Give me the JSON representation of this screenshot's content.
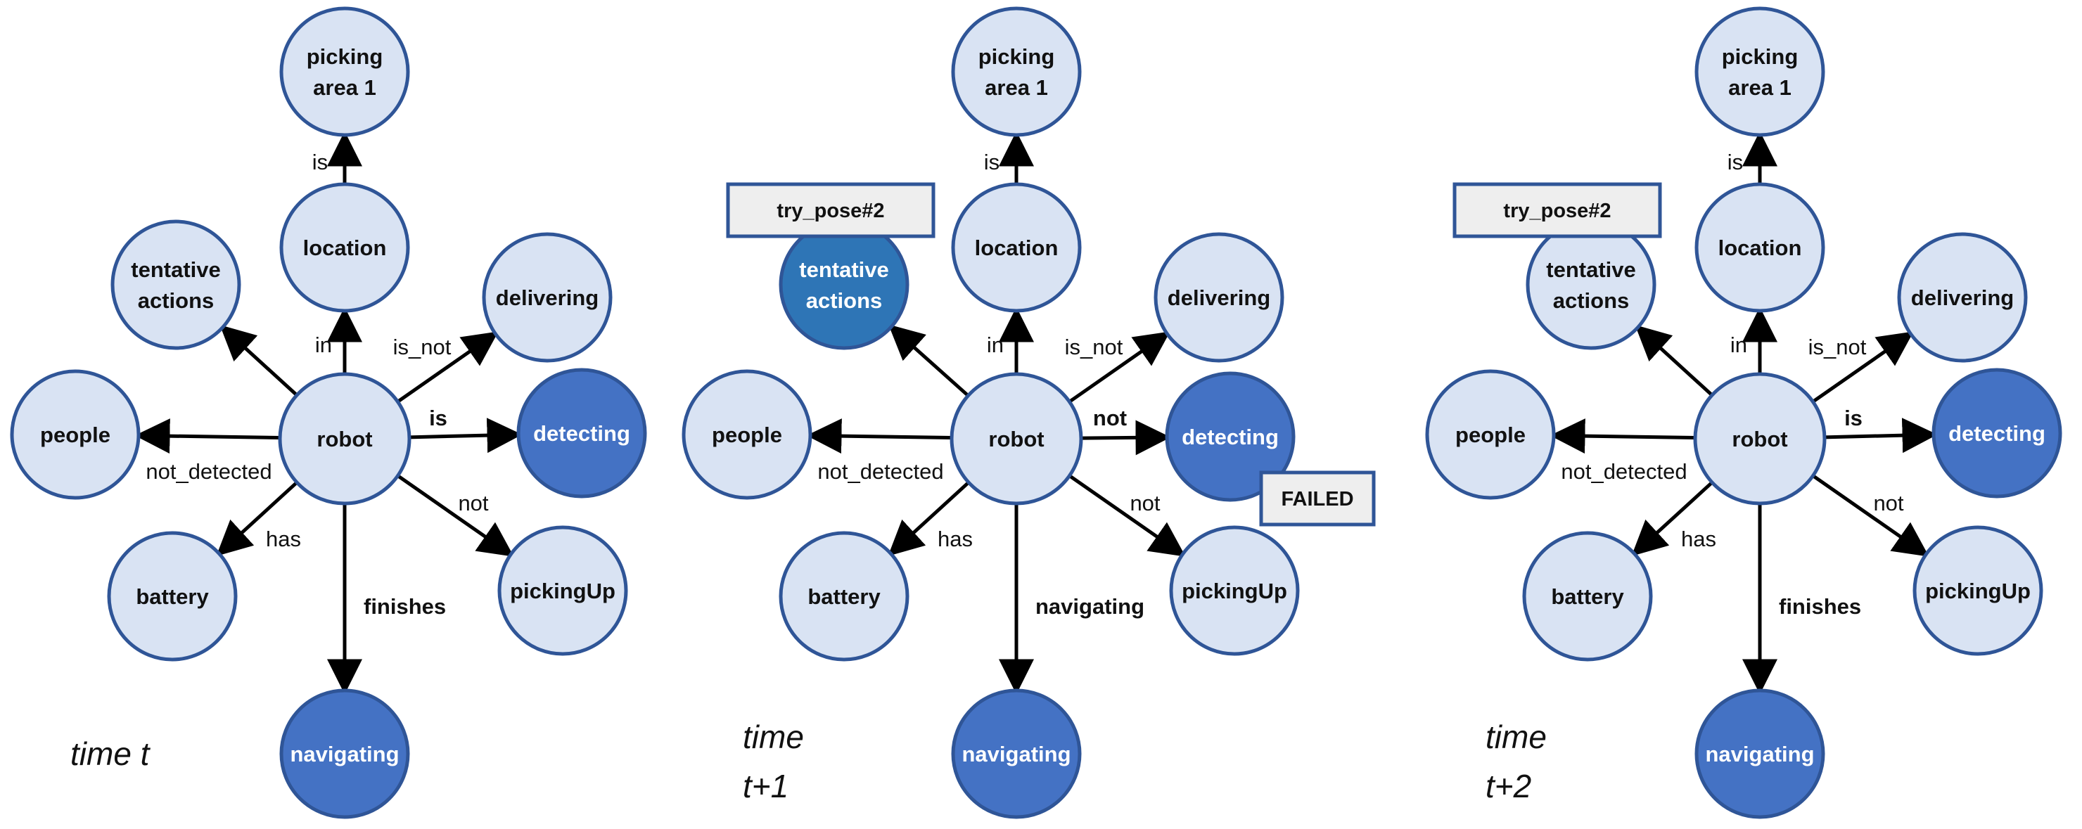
{
  "colors": {
    "node_fill": "#d9e3f3",
    "active_fill": "#4472c4",
    "highlight_fill": "#2e75b6",
    "node_stroke": "#2f5597",
    "box_fill": "#eeeeee",
    "box_stroke": "#2f5597",
    "edge": "#000000"
  },
  "panels": [
    {
      "time_label": [
        "time t"
      ],
      "nodes": {
        "picking": {
          "label": [
            "picking",
            "area 1"
          ],
          "state": "normal"
        },
        "location": {
          "label": [
            "location"
          ],
          "state": "normal"
        },
        "tentative": {
          "label": [
            "tentative",
            "actions"
          ],
          "state": "normal"
        },
        "delivering": {
          "label": [
            "delivering"
          ],
          "state": "normal"
        },
        "people": {
          "label": [
            "people"
          ],
          "state": "normal"
        },
        "robot": {
          "label": [
            "robot"
          ],
          "state": "normal"
        },
        "detecting": {
          "label": [
            "detecting"
          ],
          "state": "active"
        },
        "battery": {
          "label": [
            "battery"
          ],
          "state": "normal"
        },
        "pickingUp": {
          "label": [
            "pickingUp"
          ],
          "state": "normal"
        },
        "navigating": {
          "label": [
            "navigating"
          ],
          "state": "active"
        }
      },
      "edges": {
        "is_loc": {
          "label": "is",
          "bold": false
        },
        "in": {
          "label": "in",
          "bold": false
        },
        "tentative": {
          "label": "",
          "bold": false
        },
        "is_not": {
          "label": "is_not",
          "bold": false
        },
        "not_detected": {
          "label": "not_detected",
          "bold": false
        },
        "detecting": {
          "label": "is",
          "bold": true
        },
        "has": {
          "label": "has",
          "bold": false
        },
        "not": {
          "label": "not",
          "bold": false
        },
        "navigating": {
          "label": "finishes",
          "bold": true
        }
      },
      "boxes": []
    },
    {
      "time_label": [
        "time",
        "t+1"
      ],
      "nodes": {
        "picking": {
          "label": [
            "picking",
            "area 1"
          ],
          "state": "normal"
        },
        "location": {
          "label": [
            "location"
          ],
          "state": "normal"
        },
        "tentative": {
          "label": [
            "tentative",
            "actions"
          ],
          "state": "highlight"
        },
        "delivering": {
          "label": [
            "delivering"
          ],
          "state": "normal"
        },
        "people": {
          "label": [
            "people"
          ],
          "state": "normal"
        },
        "robot": {
          "label": [
            "robot"
          ],
          "state": "normal"
        },
        "detecting": {
          "label": [
            "detecting"
          ],
          "state": "active"
        },
        "battery": {
          "label": [
            "battery"
          ],
          "state": "normal"
        },
        "pickingUp": {
          "label": [
            "pickingUp"
          ],
          "state": "normal"
        },
        "navigating": {
          "label": [
            "navigating"
          ],
          "state": "active"
        }
      },
      "edges": {
        "is_loc": {
          "label": "is",
          "bold": false
        },
        "in": {
          "label": "in",
          "bold": false
        },
        "tentative": {
          "label": "",
          "bold": false
        },
        "is_not": {
          "label": "is_not",
          "bold": false
        },
        "not_detected": {
          "label": "not_detected",
          "bold": false
        },
        "detecting": {
          "label": "not",
          "bold": true
        },
        "has": {
          "label": "has",
          "bold": false
        },
        "not": {
          "label": "not",
          "bold": false
        },
        "navigating": {
          "label": "navigating",
          "bold": true
        }
      },
      "boxes": [
        {
          "id": "try_pose",
          "text": "try_pose#2"
        },
        {
          "id": "failed",
          "text": "FAILED"
        }
      ]
    },
    {
      "time_label": [
        "time",
        "t+2"
      ],
      "nodes": {
        "picking": {
          "label": [
            "picking",
            "area 1"
          ],
          "state": "normal"
        },
        "location": {
          "label": [
            "location"
          ],
          "state": "normal"
        },
        "tentative": {
          "label": [
            "tentative",
            "actions"
          ],
          "state": "normal"
        },
        "delivering": {
          "label": [
            "delivering"
          ],
          "state": "normal"
        },
        "people": {
          "label": [
            "people"
          ],
          "state": "normal"
        },
        "robot": {
          "label": [
            "robot"
          ],
          "state": "normal"
        },
        "detecting": {
          "label": [
            "detecting"
          ],
          "state": "active"
        },
        "battery": {
          "label": [
            "battery"
          ],
          "state": "normal"
        },
        "pickingUp": {
          "label": [
            "pickingUp"
          ],
          "state": "normal"
        },
        "navigating": {
          "label": [
            "navigating"
          ],
          "state": "active"
        }
      },
      "edges": {
        "is_loc": {
          "label": "is",
          "bold": false
        },
        "in": {
          "label": "in",
          "bold": false
        },
        "tentative": {
          "label": "",
          "bold": false
        },
        "is_not": {
          "label": "is_not",
          "bold": false
        },
        "not_detected": {
          "label": "not_detected",
          "bold": false
        },
        "detecting": {
          "label": "is",
          "bold": true
        },
        "has": {
          "label": "has",
          "bold": false
        },
        "not": {
          "label": "not",
          "bold": false
        },
        "navigating": {
          "label": "finishes",
          "bold": true
        }
      },
      "boxes": [
        {
          "id": "try_pose",
          "text": "try_pose#2"
        }
      ]
    }
  ]
}
